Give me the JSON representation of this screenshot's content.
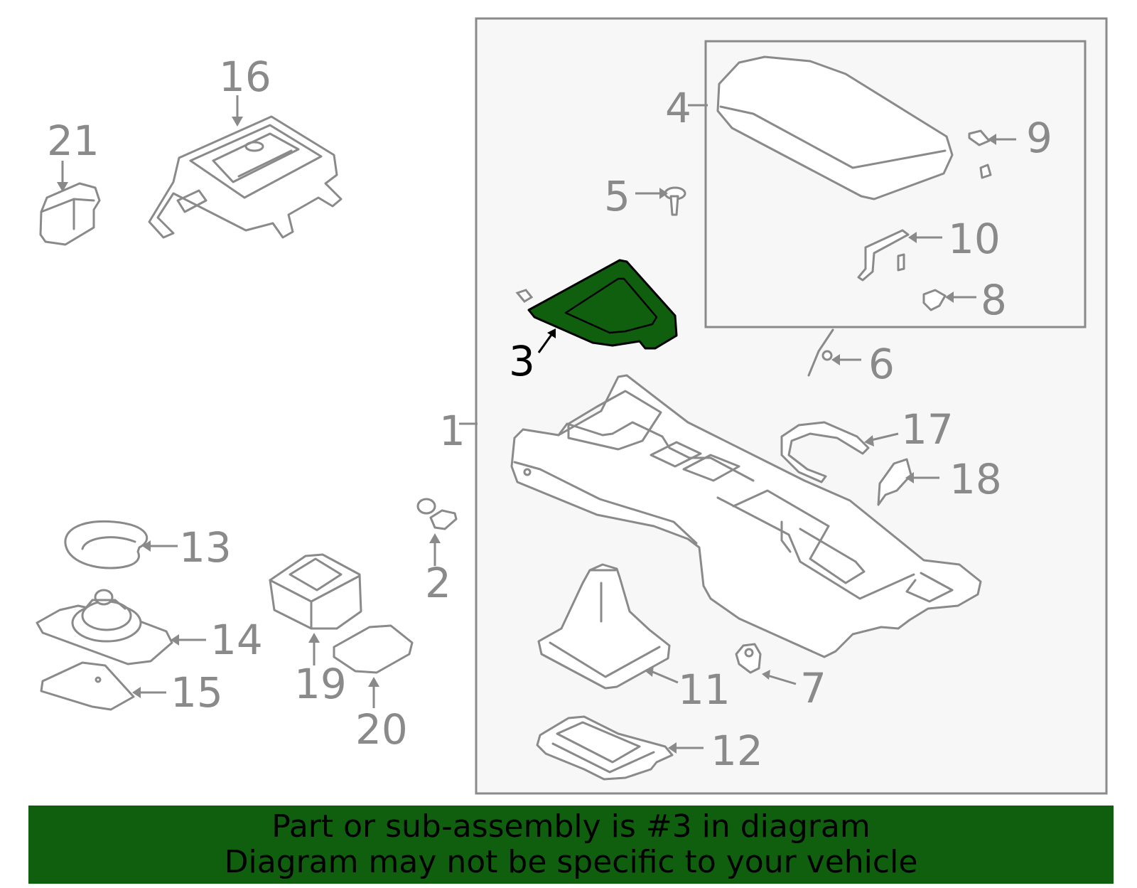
{
  "diagram": {
    "highlight_color": "#0f5f0f",
    "callouts": {
      "c1": "1",
      "c2": "2",
      "c3": "3",
      "c4": "4",
      "c5": "5",
      "c6": "6",
      "c7": "7",
      "c8": "8",
      "c9": "9",
      "c10": "10",
      "c11": "11",
      "c12": "12",
      "c13": "13",
      "c14": "14",
      "c15": "15",
      "c16": "16",
      "c17": "17",
      "c18": "18",
      "c19": "19",
      "c20": "20",
      "c21": "21"
    },
    "highlighted_part": "3"
  },
  "banner": {
    "line1": "Part or sub-assembly is #3 in diagram",
    "line2": "Diagram may not be specific to your vehicle"
  }
}
